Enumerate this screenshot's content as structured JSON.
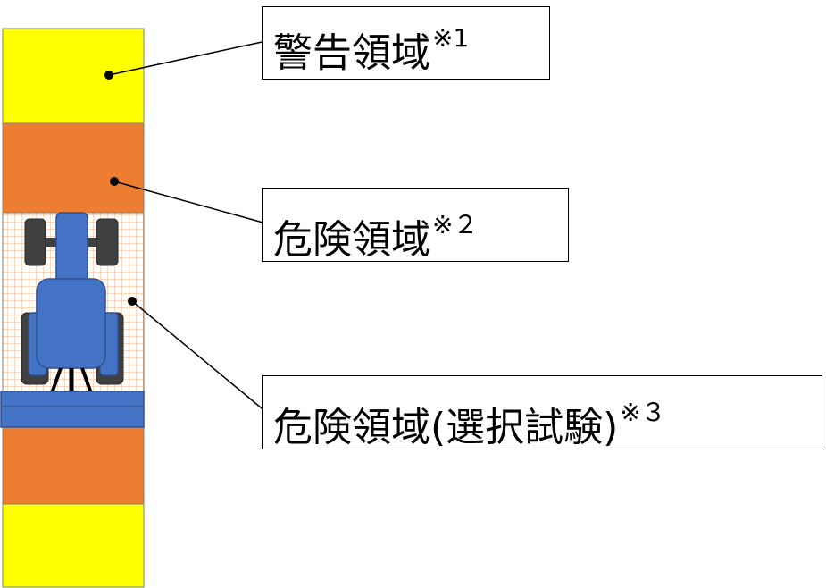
{
  "labels": {
    "warning": {
      "text": "警告領域",
      "note": "※1"
    },
    "danger": {
      "text": "危険領域",
      "note": "※２"
    },
    "danger_selection_test": {
      "text": "危険領域(選択試験)",
      "note": "※３"
    }
  },
  "colors": {
    "warning_zone": "#ffff00",
    "danger_zone": "#ed7d31",
    "test_grid": "#f4b183",
    "tractor_body": "#4472c4",
    "tires": "#404040",
    "outline": "#2f528f"
  },
  "icons": {
    "tractor": "tractor-top-view-icon"
  }
}
